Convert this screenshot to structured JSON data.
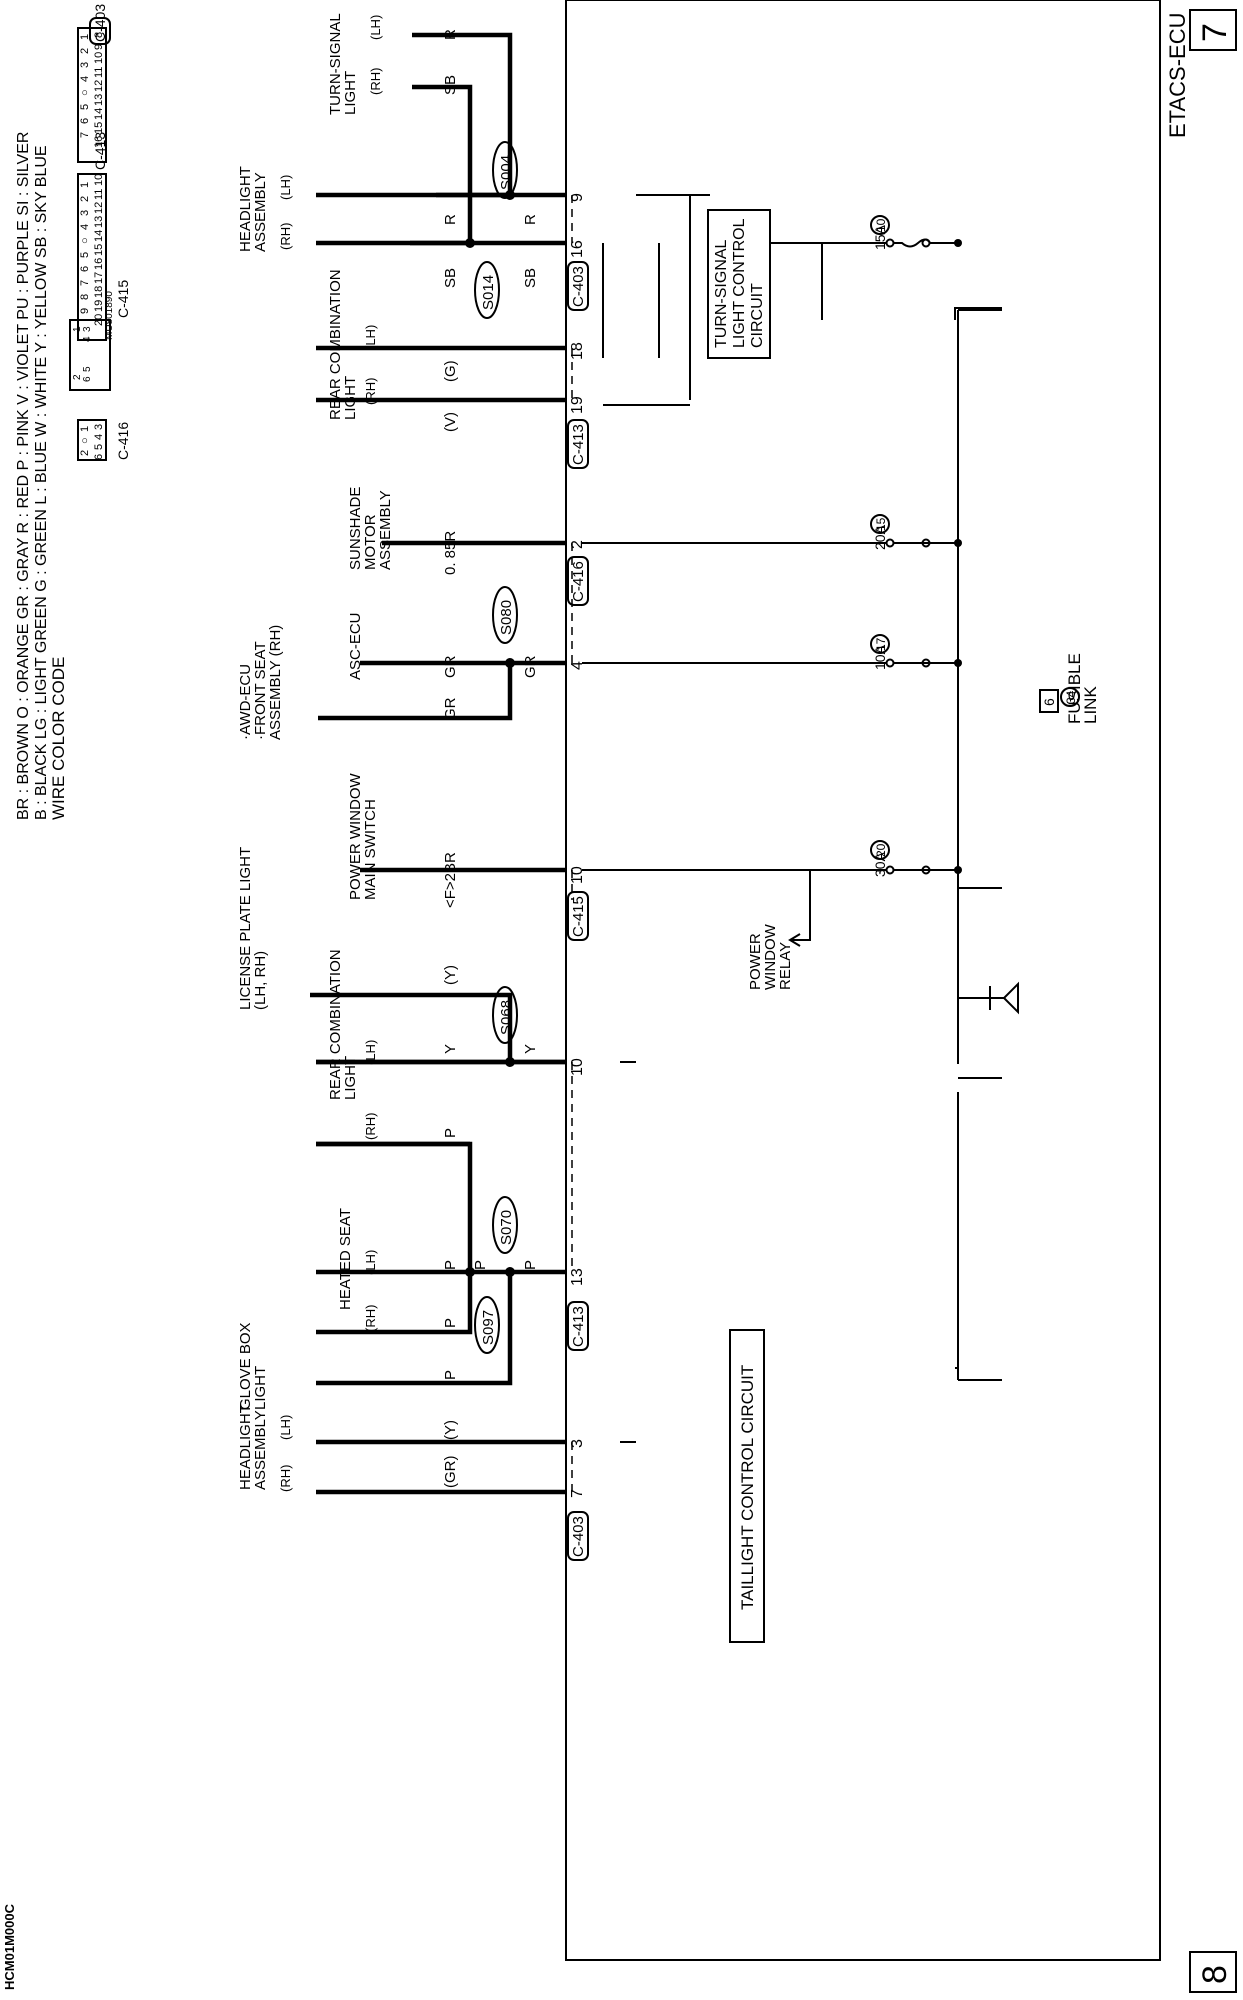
{
  "page_labels": {
    "top": "7",
    "bottom": "8"
  },
  "ecu": {
    "name": "ETACS-ECU",
    "turn_circuit": [
      "TURN-SIGNAL",
      "LIGHT CONTROL",
      "CIRCUIT"
    ],
    "tail_circuit": "TAILLIGHT CONTROL CIRCUIT"
  },
  "fusible_link": {
    "label": [
      "FUSIBLE",
      "LINK"
    ],
    "number": "34",
    "box": "6"
  },
  "fuses": [
    {
      "num": "10",
      "rating": "15A"
    },
    {
      "num": "15",
      "rating": "20A"
    },
    {
      "num": "17",
      "rating": "10A"
    },
    {
      "num": "20",
      "rating": "30A"
    }
  ],
  "relay_label": [
    "POWER",
    "WINDOW",
    "RELAY"
  ],
  "pins": [
    "9",
    "16",
    "18",
    "19",
    "2",
    "4",
    "10",
    "10",
    "13",
    "3",
    "7"
  ],
  "connector_tags": [
    "C-403",
    "C-413",
    "C-416",
    "C-415",
    "C-413",
    "C-403"
  ],
  "splices": [
    "S004",
    "S014",
    "S080",
    "S068",
    "S070",
    "S097"
  ],
  "wires": {
    "r": "R",
    "sb": "SB",
    "g": "(G)",
    "v": "(V)",
    "r085": "0. 85R",
    "gr": "GR",
    "f2br": "<F>2BR",
    "y_paren": "(Y)",
    "y": "Y",
    "p": "P",
    "gr_paren": "(GR)"
  },
  "components": {
    "turn_signal": [
      "TURN-SIGNAL",
      "LIGHT"
    ],
    "headlight": [
      "HEADLIGHT",
      "ASSEMBLY"
    ],
    "rear_combo": [
      "REAR COMBINATION",
      "LIGHT"
    ],
    "sunshade": [
      "SUNSHADE",
      "MOTOR",
      "ASSEMBLY"
    ],
    "asc": "ASC-ECU",
    "awd": [
      "·AWD-ECU",
      "·FRONT SEAT",
      "ASSEMBLY (RH)"
    ],
    "pw_switch": [
      "POWER WINDOW",
      "MAIN SWITCH"
    ],
    "license": [
      "LICENSE PLATE LIGHT",
      "(LH, RH)"
    ],
    "heated_seat": "HEATED SEAT",
    "glove_box": [
      "GLOVE BOX",
      "LIGHT"
    ]
  },
  "side": {
    "lh": "(LH)",
    "rh": "(RH)"
  },
  "connectors": {
    "c403": {
      "name": "C-403",
      "row1": [
        "1",
        "2",
        "3",
        "4",
        "○",
        "5",
        "6",
        "7"
      ],
      "row2": [
        "8",
        "9",
        "10",
        "11",
        "12",
        "13",
        "14",
        "15",
        "16"
      ]
    },
    "c413": {
      "name": "C-413",
      "row1": [
        "1",
        "2",
        "3",
        "4",
        "○",
        "5",
        "6",
        "7",
        "8",
        "9"
      ],
      "row2": [
        "10",
        "11",
        "12",
        "13",
        "14",
        "15",
        "16",
        "17",
        "18",
        "19",
        "20"
      ]
    },
    "c415": {
      "name": "C-415",
      "part": "MU801890",
      "rows": [
        [
          "1",
          "2"
        ],
        [
          "3",
          "4",
          "5",
          "6"
        ],
        [
          "7",
          "8",
          "9",
          "10",
          "11",
          "12"
        ],
        [
          "13",
          "14",
          "15",
          "16",
          "17",
          "18",
          "19"
        ]
      ]
    },
    "c416": {
      "name": "C-416",
      "row1": [
        "1",
        "○",
        "2"
      ],
      "row2": [
        "3",
        "4",
        "5",
        "6"
      ]
    }
  },
  "wire_color_code": {
    "title": "WIRE COLOR CODE",
    "line1": "B : BLACK    LG : LIGHT GREEN    G : GREEN    L : BLUE    W : WHITE    Y : YELLOW    SB : SKY BLUE",
    "line2": "BR : BROWN    O : ORANGE    GR : GRAY    R : RED    P : PINK    V : VIOLET    PU : PURPLE    SI : SILVER"
  },
  "figure_code": "HCM01M000C"
}
